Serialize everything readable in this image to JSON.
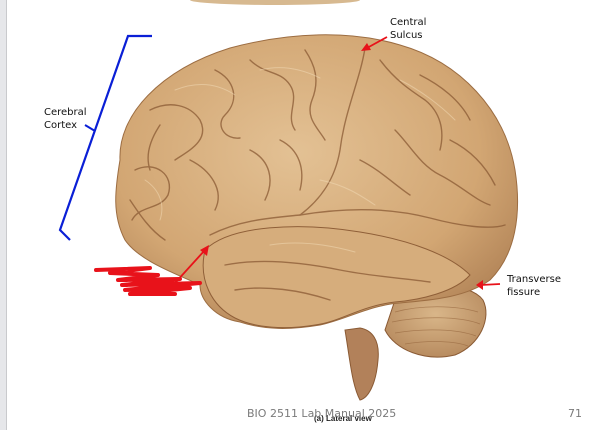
{
  "document": {
    "footer": {
      "left_text": "BIO 2511 Lab Manual 2025",
      "page_number": "71"
    },
    "figure": {
      "caption": "(a) Lateral view",
      "subject": "Human brain, lateral view photograph",
      "annotations": [
        {
          "id": "cerebral-cortex",
          "text": "Cerebral\nCortex",
          "marker": "blue bracket"
        },
        {
          "id": "central-sulcus",
          "text": "Central\nSulcus",
          "marker": "red arrow"
        },
        {
          "id": "transverse-fissure",
          "text": "Transverse\nfissure",
          "marker": "red arrow"
        },
        {
          "id": "redacted-label",
          "text": "",
          "marker": "red arrow with red scribble over label"
        }
      ]
    },
    "colors": {
      "bracket": "#0a1fd6",
      "arrow": "#e8121a",
      "scribble": "#e8121a",
      "brain_base": "#d8b383",
      "brain_shadow": "#8a5a34",
      "gutter": "#e6e7ea"
    }
  }
}
